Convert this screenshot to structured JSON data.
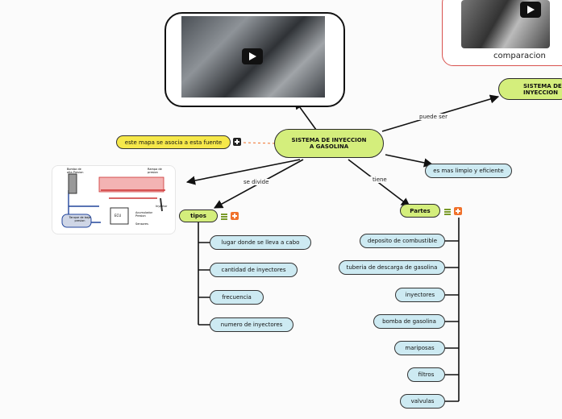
{
  "central": {
    "text": "SISTEMA DE INYECCION A GASOLINA"
  },
  "right_node": {
    "text": "SISTEMA DE INYECCION"
  },
  "source_node": {
    "text": "este mapa se asocia a esta fuente"
  },
  "clean_node": {
    "text": "es mas limpio y eficiente"
  },
  "link_labels": {
    "puede_ser": "puede ser",
    "se_divide": "se divide",
    "tiene": "tiene"
  },
  "tipos": {
    "title": "tipos",
    "items": [
      "lugar donde se lleva a cabo",
      "cantidad de inyectores",
      "frecuencia",
      "numero de inyectores"
    ]
  },
  "partes": {
    "title": "Partes",
    "items": [
      "deposito de combustible",
      "tuberia de descarga de gasolina",
      "inyectores",
      "bomba de gasolina",
      "mariposas",
      "filtros",
      "valvulas"
    ]
  },
  "comparacion": {
    "caption": "comparacion"
  },
  "diagram_labels": {
    "tank": "Tanque de baja presion",
    "filter": "Bomba de alta Presion",
    "rail": "Rampa de presion",
    "injector": "Inyector",
    "ecu": "ECU",
    "sensor": "Sensores",
    "note": "Acumulador Presion"
  }
}
